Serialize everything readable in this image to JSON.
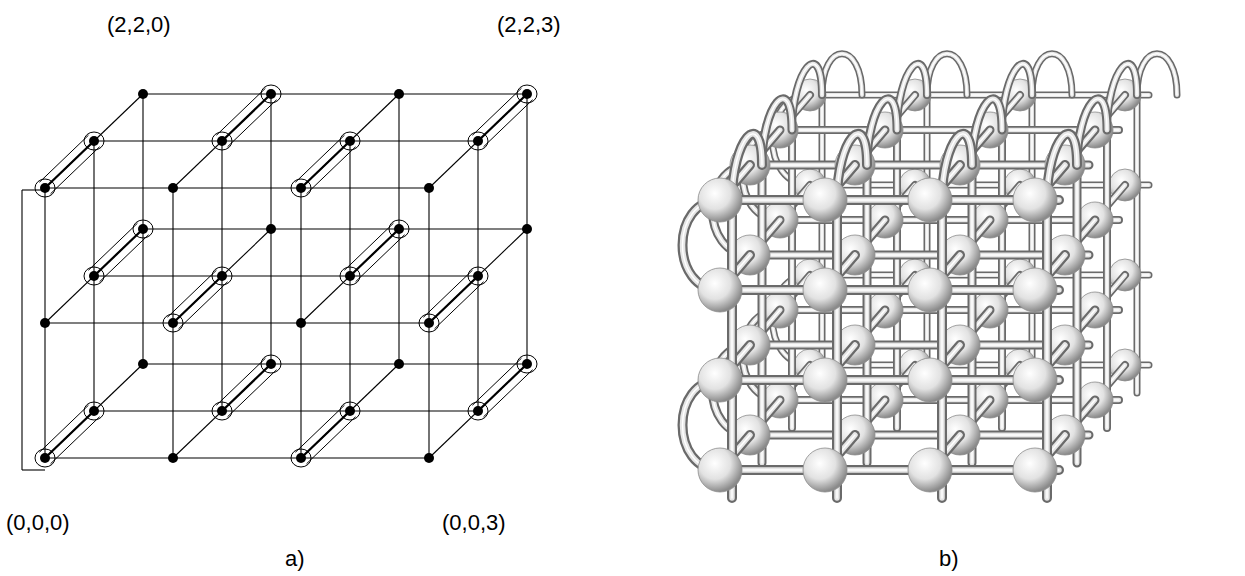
{
  "diagram": {
    "labels": [
      "(2,2,0)",
      "(2,2,3)",
      "(0,0,0)",
      "(0,0,3)",
      "a)",
      "b)"
    ]
  }
}
